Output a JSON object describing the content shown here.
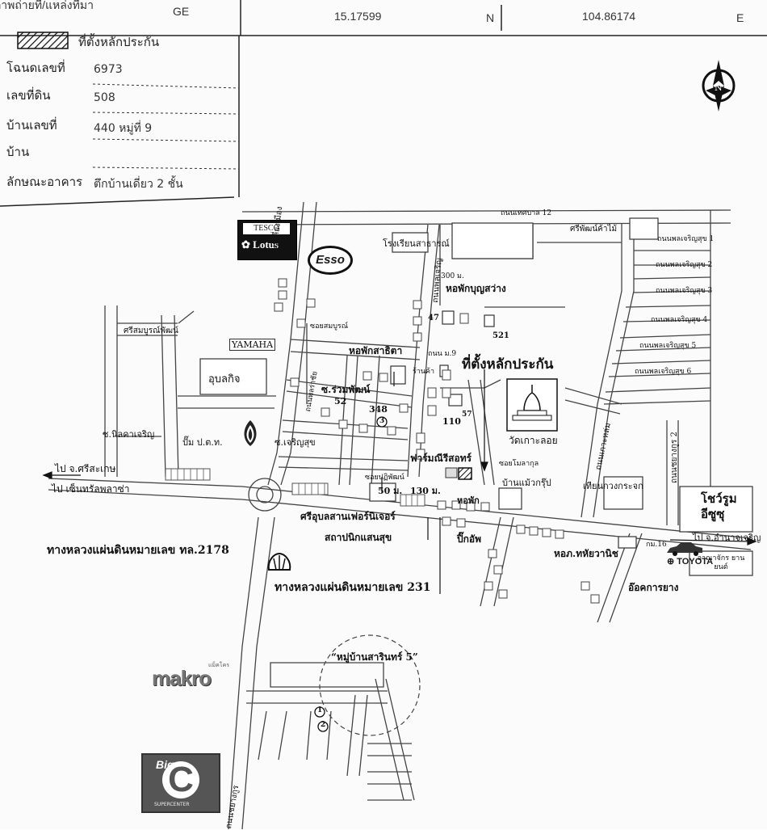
{
  "header": {
    "left_label": "ภาพถ่ายที่/แหล่งที่มา",
    "ge": "GE",
    "lat": "15.17599",
    "n": "N",
    "lng": "104.86174",
    "e": "E"
  },
  "info": {
    "legend_label": "ที่ตั้งหลักประกัน",
    "deed_label": "โฉนดเลขที่",
    "deed_value": "6973",
    "land_no_label": "เลขที่ดิน",
    "land_no_value": "508",
    "house_no_label": "บ้านเลขที่",
    "house_no_value": "440 หมู่ที่ 9",
    "village_label": "บ้าน",
    "village_value": "",
    "building_label": "ลักษณะอาคาร",
    "building_value": "ตึกบ้านเดี่ยว 2 ชั้น"
  },
  "map": {
    "labels": {
      "top_road": "ถนนเทศบาล 12",
      "school": "โรงเรียนสาธารณ์",
      "shop_top_right": "ศรีพัฒน์ค้าไม้",
      "soi1": "ถนนพลเจริญสุข 1",
      "soi2": "ถนนพลเจริญสุข 2",
      "soi3": "ถนนพลเจริญสุข 3",
      "soi4": "ถนนพลเจริญสุข 4",
      "soi5": "ถนนพลเจริญสุข 5",
      "soi6": "ถนนพลเจริญสุข 6",
      "m300": "300 ม.",
      "dorm1": "หอพักบุญสว่าง",
      "n47": "47",
      "n521": "521",
      "sriruam": "ศรีสมบูรณ์พัฒน์",
      "yamaha": "YAMAHA",
      "soi_somboon": "ซอยสมบูรณ์",
      "dorm2": "หอพักสาธิตา",
      "soi_m9": "ถนน ม.9",
      "shop_front": "ร้านค้า",
      "collateral": "ที่ตั้งหลักประกัน",
      "ubon": "อุบลกิจ",
      "soi_ruam": "ซ.ร่วมพัฒน์",
      "n52": "52",
      "n348": "348",
      "n3": "3",
      "n110": "110",
      "n57": "57",
      "temple": "วัดเกาะลอย",
      "soi_nitcha": "ซ.นิลคาเจริญ",
      "ptt": "ปั๊ม ป.ต.ท.",
      "soi_charoen": "ซ.เจริญสุข",
      "farm": "ฟาร์มณีรีสอทร์",
      "soi_mai": "ซอยโมลากุล",
      "soi_phat": "ซอยปฏิพัฒน์",
      "to_srisaket": "ไป จ.ศรีสะเกษ",
      "to_central": "ไป เซ็นทรัลพลาซ่า",
      "n50": "50 ม.",
      "n130": "130 ม.",
      "dorm3": "หอพัก",
      "baan_chan": "บ้านแม้วกรุ๊ป",
      "thian": "เทียนกวงกระจก",
      "showroom": "โชว์รูม อีซูซุ",
      "furniture": "ศรีอุบลสานเฟอร์นิเจอร์",
      "clinic": "สถาปนิกแสนสุข",
      "pika": "ปิ๊กอัพ",
      "dorm4": "หอภ.ทหัยวานิช",
      "km16": "กม.16",
      "to_amnat": "ไป จ.อำนาจเจริญ",
      "toyota": "TOYOTA",
      "toyota_sub": "อาณาจักร ยานยนต์",
      "sakol": "อ๊อคการยาง",
      "hwy2178": "ทางหลวงแผ่นดินหมายเลข ทล.2178",
      "hwy231": "ทางหลวงแผ่นดินหมายเลข 231",
      "village5": "“หมู่บ้านสารินทร์ 5”",
      "n1": "1",
      "n2": "2",
      "makro": "makro",
      "makro_sub": "แม็คโคร",
      "bigc_big": "Big",
      "bigc_c": "C",
      "bigc_sub": "SUPERCENTER",
      "lotus_tesco": "TESCO",
      "lotus_name": "Lotus",
      "esso": "Esso",
      "compass_n": "N",
      "road_vertical_top": "ถนนเลี่ยงเมือง",
      "road_vertical_bottom": "ถนนชยางกูร",
      "road_mid": "ถนนพลเจริญ",
      "road_lower": "ถนนพลร่าชัย",
      "soi_chay": "ถนนชยางกูร 2",
      "road_diag": "ถนนเกาะหล่ม"
    }
  }
}
